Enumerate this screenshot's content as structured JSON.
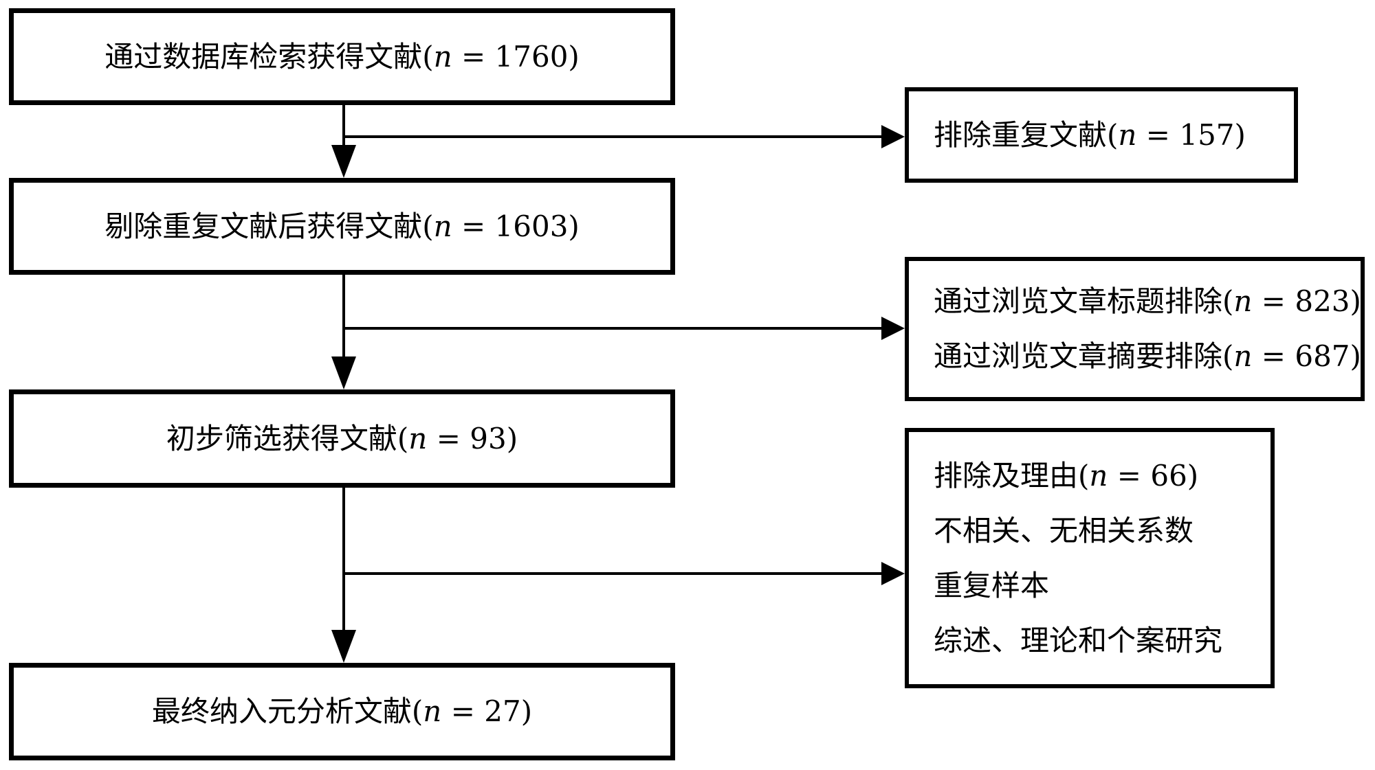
{
  "diagram_type": "literature-screening-flowchart",
  "colors": {
    "ink": "#000000",
    "paper": "#ffffff"
  },
  "boxes": {
    "b1": {
      "lines": [
        {
          "pre": "通过数据库检索获得文献(",
          "n": "n",
          "post": " = 1760)"
        }
      ]
    },
    "b2": {
      "lines": [
        {
          "pre": "剔除重复文献后获得文献(",
          "n": "n",
          "post": " = 1603)"
        }
      ]
    },
    "b3": {
      "lines": [
        {
          "pre": "初步筛选获得文献(",
          "n": "n",
          "post": " = 93)"
        }
      ]
    },
    "b4": {
      "lines": [
        {
          "pre": "最终纳入元分析文献(",
          "n": "n",
          "post": " = 27)"
        }
      ]
    },
    "r1": {
      "lines": [
        {
          "pre": "排除重复文献(",
          "n": "n",
          "post": " = 157)"
        }
      ]
    },
    "r2": {
      "lines": [
        {
          "pre": "通过浏览文章标题排除(",
          "n": "n",
          "post": " = 823)"
        },
        {
          "pre": "通过浏览文章摘要排除(",
          "n": "n",
          "post": " = 687)"
        }
      ]
    },
    "r3": {
      "lines": [
        {
          "pre": "排除及理由(",
          "n": "n",
          "post": " = 66)"
        },
        {
          "pre": "不相关、无相关系数",
          "n": "",
          "post": ""
        },
        {
          "pre": "重复样本",
          "n": "",
          "post": ""
        },
        {
          "pre": "综述、理论和个案研究",
          "n": "",
          "post": ""
        }
      ]
    }
  }
}
